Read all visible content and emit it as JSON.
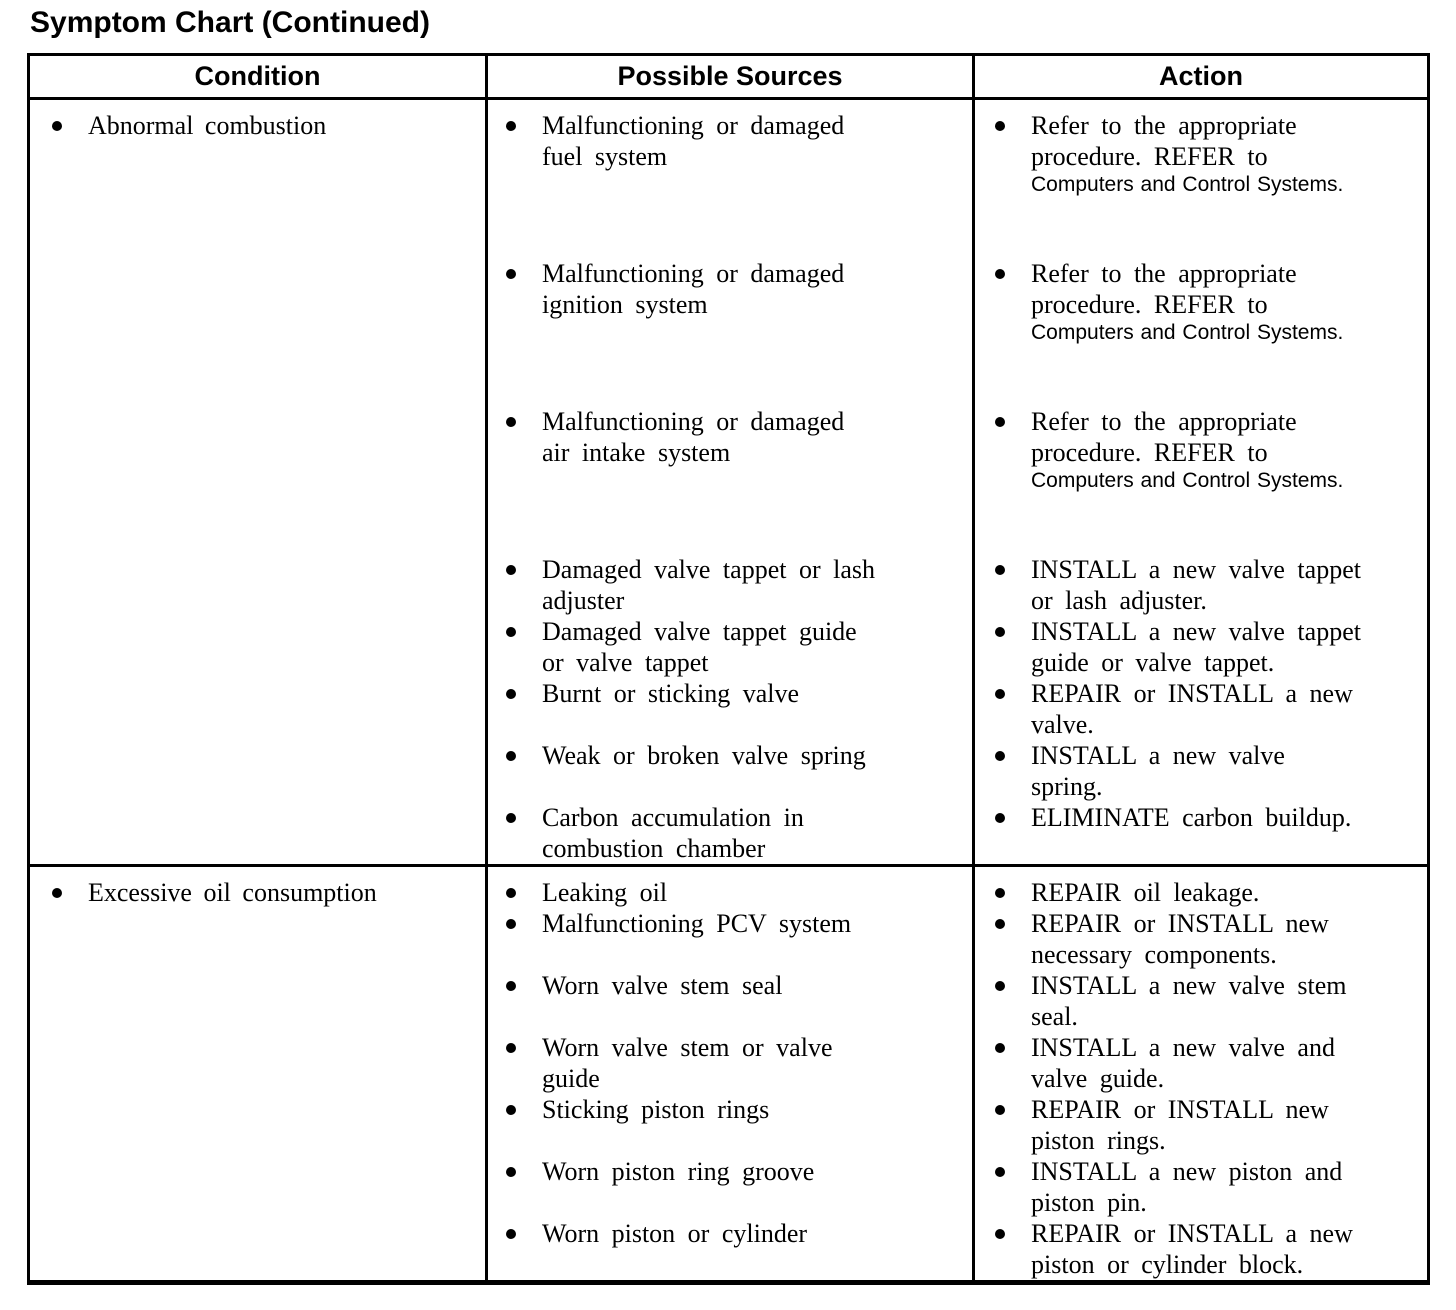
{
  "page_title": "Symptom Chart (Continued)",
  "table": {
    "headers": [
      "Condition",
      "Possible Sources",
      "Action"
    ],
    "rows": [
      {
        "condition": "Abnormal combustion",
        "pairs": [
          {
            "source_lines": [
              "Malfunctioning or damaged",
              "fuel system"
            ],
            "action_lines": [
              "Refer to the appropriate",
              "procedure. REFER to"
            ],
            "action_ref": "Computers and Control Systems.",
            "gap_after": true
          },
          {
            "source_lines": [
              "Malfunctioning or damaged",
              "ignition system"
            ],
            "action_lines": [
              "Refer to the appropriate",
              "procedure. REFER to"
            ],
            "action_ref": "Computers and Control Systems.",
            "gap_after": true
          },
          {
            "source_lines": [
              "Malfunctioning or damaged",
              "air intake system"
            ],
            "action_lines": [
              "Refer to the appropriate",
              "procedure. REFER to"
            ],
            "action_ref": "Computers and Control Systems.",
            "gap_after": true
          },
          {
            "source_lines": [
              "Damaged valve tappet or lash",
              "adjuster"
            ],
            "action_lines": [
              "INSTALL a new valve tappet",
              "or lash adjuster."
            ],
            "gap_after": false
          },
          {
            "source_lines": [
              "Damaged valve tappet guide",
              "or valve tappet"
            ],
            "action_lines": [
              "INSTALL a new valve tappet",
              "guide or valve tappet."
            ],
            "gap_after": false
          },
          {
            "source_lines": [
              "Burnt or sticking valve"
            ],
            "action_lines": [
              "REPAIR or INSTALL a new",
              "valve."
            ],
            "gap_after": false
          },
          {
            "source_lines": [
              "Weak or broken valve spring"
            ],
            "action_lines": [
              "INSTALL a new valve",
              "spring."
            ],
            "gap_after": false
          },
          {
            "source_lines": [
              "Carbon accumulation in",
              "combustion chamber"
            ],
            "action_lines": [
              "ELIMINATE carbon buildup."
            ],
            "gap_after": false
          }
        ]
      },
      {
        "condition": "Excessive oil consumption",
        "pairs": [
          {
            "source_lines": [
              "Leaking oil"
            ],
            "action_lines": [
              "REPAIR oil leakage."
            ],
            "gap_after": false
          },
          {
            "source_lines": [
              "Malfunctioning PCV system"
            ],
            "action_lines": [
              "REPAIR or INSTALL new",
              "necessary components."
            ],
            "gap_after": false
          },
          {
            "source_lines": [
              "Worn valve stem seal"
            ],
            "action_lines": [
              "INSTALL a new valve stem",
              "seal."
            ],
            "gap_after": false
          },
          {
            "source_lines": [
              "Worn valve stem or valve",
              "guide"
            ],
            "action_lines": [
              "INSTALL a new valve and",
              "valve guide."
            ],
            "gap_after": false
          },
          {
            "source_lines": [
              "Sticking piston rings"
            ],
            "action_lines": [
              "REPAIR or INSTALL new",
              "piston rings."
            ],
            "gap_after": false
          },
          {
            "source_lines": [
              "Worn piston ring groove"
            ],
            "action_lines": [
              "INSTALL a new piston and",
              "piston pin."
            ],
            "gap_after": false
          },
          {
            "source_lines": [
              "Worn piston or cylinder"
            ],
            "action_lines": [
              "REPAIR or INSTALL a new",
              "piston or cylinder block."
            ],
            "gap_after": false
          }
        ]
      }
    ]
  }
}
